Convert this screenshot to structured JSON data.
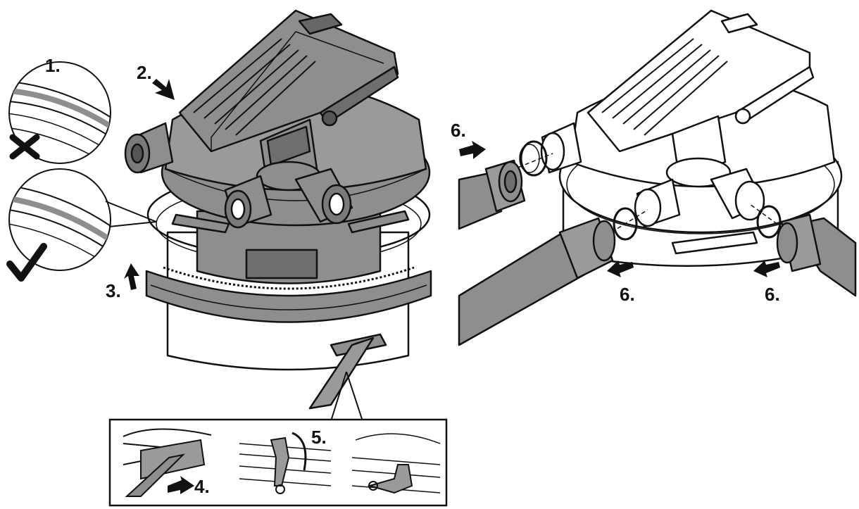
{
  "steps": {
    "s1": "1.",
    "s2": "2.",
    "s3": "3.",
    "s4": "4.",
    "s5": "5.",
    "s6a": "6.",
    "s6b": "6.",
    "s6c": "6."
  },
  "colors": {
    "body_gray": "#8e8e8e",
    "dark_gray": "#5a5a5a",
    "light_gray": "#bdbdbd",
    "outline": "#111111",
    "background": "#ffffff"
  },
  "icons": {
    "wrong": "cross-mark-icon",
    "correct": "check-mark-icon",
    "arrow": "push-arrow-icon"
  }
}
